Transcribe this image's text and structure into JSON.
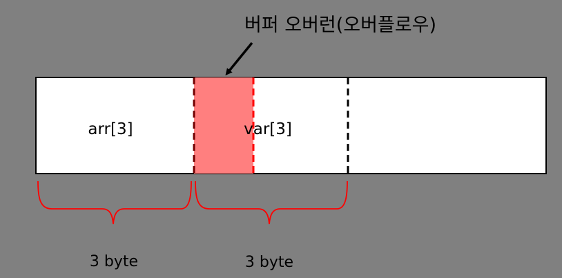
{
  "title": "버퍼 오버런(오버플로우)",
  "blocks": {
    "arr_label": "arr[3]",
    "var_label": "var[3]"
  },
  "braces": {
    "left_label": "3 byte",
    "right_label": "3 byte"
  },
  "colors": {
    "background": "#808080",
    "memory_bar": "#ffffff",
    "overflow_fill": "#ff7f7f",
    "overflow_border": "#ff0000",
    "brace": "#ff0000",
    "divider": "#000000"
  }
}
